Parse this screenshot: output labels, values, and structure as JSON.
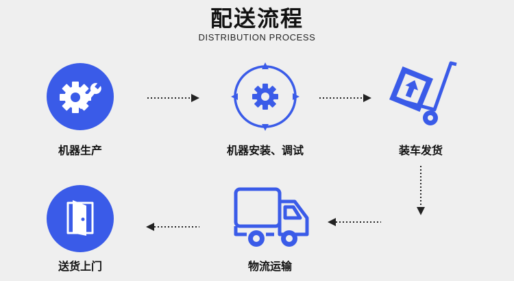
{
  "header": {
    "title": "配送流程",
    "subtitle": "DISTRIBUTION PROCESS"
  },
  "steps": [
    {
      "label": "机器生产",
      "icon": "gear-wrench-icon"
    },
    {
      "label": "机器安装、调试",
      "icon": "gear-compass-icon"
    },
    {
      "label": "装车发货",
      "icon": "hand-truck-icon"
    },
    {
      "label": "物流运输",
      "icon": "truck-icon"
    },
    {
      "label": "送货上门",
      "icon": "door-icon"
    }
  ],
  "colors": {
    "accent": "#3a5be8",
    "background": "#efefef",
    "arrow": "#222222"
  }
}
